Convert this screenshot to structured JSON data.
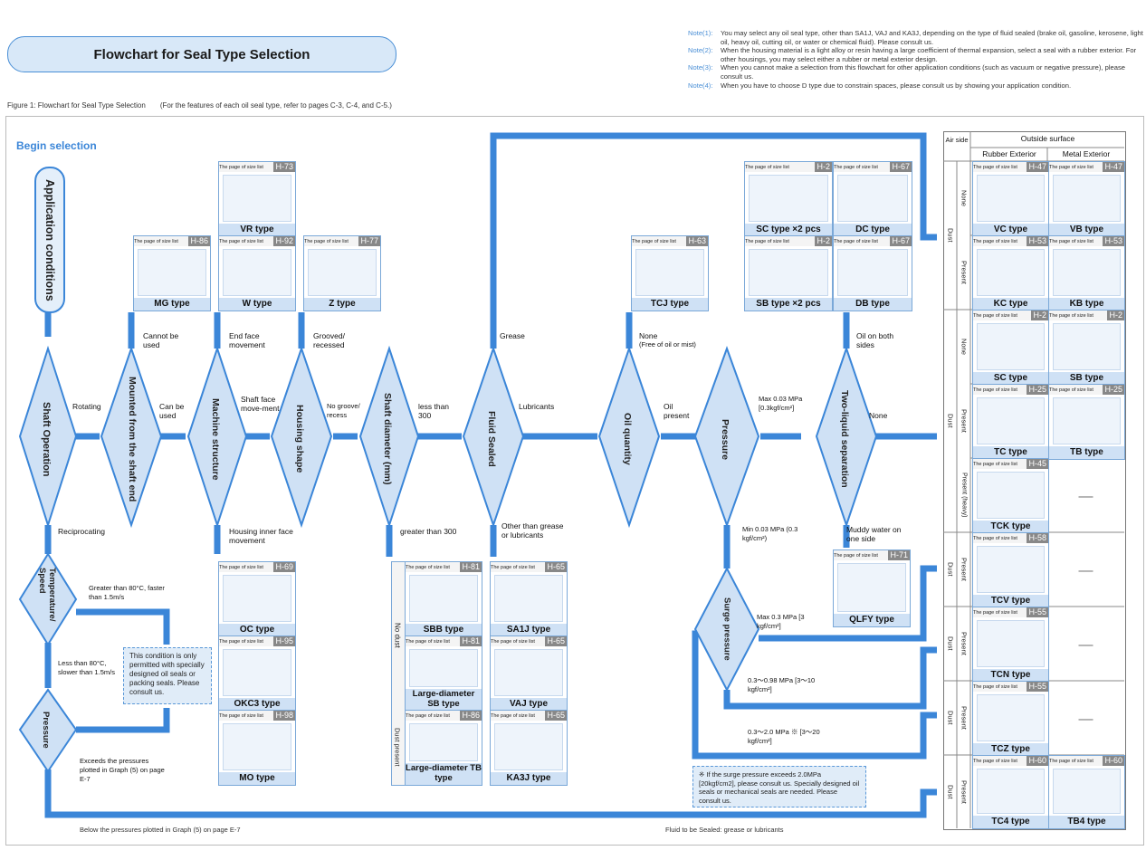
{
  "title": "Flowchart for Seal Type Selection",
  "notes": [
    {
      "label": "Note(1):",
      "text": "You may select any oil seal type, other than SA1J, VAJ and KA3J, depending on the type of fluid sealed (brake oil, gasoline, kerosene, light oil, heavy oil, cutting oil, or water or chemical fluid). Please consult us."
    },
    {
      "label": "Note(2):",
      "text": "When the housing material is a light alloy or resin having a large coefficient of thermal expansion, select a seal with a rubber exterior. For other housings, you may select either a rubber or metal exterior design."
    },
    {
      "label": "Note(3):",
      "text": "When you cannot make a selection from this flowchart for other application conditions (such as vacuum or negative pressure), please consult us."
    },
    {
      "label": "Note(4):",
      "text": "When you have to choose D type due to constrain spaces, please consult us by showing your application condition."
    }
  ],
  "figure_caption": "Figure 1: Flowchart for Seal Type Selection",
  "figure_hint": "(For the features of each oil seal type, refer to pages C-3, C-4, and C-5.)",
  "begin": "Begin selection",
  "start": "Application conditions",
  "page_label": "The page of size list",
  "decisions": {
    "shaft_operation": "Shaft Operation",
    "mounted": "Mounted from the shaft end",
    "machine": "Machine structure",
    "housing": "Housing shape",
    "diameter": "Shaft diameter (mm)",
    "fluid": "Fluid Sealed",
    "oil_qty": "Oil quantity",
    "pressure": "Pressure",
    "two_liquid": "Two-liquid separation",
    "temp": "Temperature/ Speed",
    "pressure2": "Pressure",
    "surge": "Surge pressure"
  },
  "edges": {
    "rotating": "Rotating",
    "reciprocating": "Reciprocating",
    "cannot": "Cannot be used",
    "can": "Can be used",
    "end_face": "End face movement",
    "shaft_face": "Shaft face move-ment",
    "inner_face": "Housing inner face movement",
    "grooved": "Grooved/ recessed",
    "no_groove": "No groove/ recess",
    "less300": "less than 300",
    "greater300": "greater than 300",
    "grease": "Grease",
    "lubricants": "Lubricants",
    "other": "Other than grease or lubricants",
    "none_oil": "None",
    "none_oil_sub": "(Free of oil or mist)",
    "oil_present": "Oil present",
    "max003": "Max 0.03 MPa [0.3kgf/cm²]",
    "min003": "Min 0.03 MPa (0.3 kgf/cm²)",
    "oil_both": "Oil on both sides",
    "none_two": "None",
    "muddy": "Muddy water on one side",
    "greater80": "Greater than 80°C, faster than 1.5m/s",
    "less80": "Less than 80°C, slower than 1.5m/s",
    "exceeds": "Exceeds the pressures plotted in Graph (5) on page E-7",
    "max03": "Max 0.3 MPa [3 kgf/cm²]",
    "range098": "0.3～0.98 MPa [3～10 kgf/cm²]",
    "range20": "0.3～2.0 MPa ※ [3～20 kgf/cm²]",
    "below": "Below the pressures plotted in Graph (5) on page E-7",
    "fluid_grease": "Fluid to be Sealed: grease or lubricants",
    "no_dust": "No dust",
    "dust_present": "Dust present"
  },
  "boxes": {
    "special": "This condition is only permitted with specially designed oil seals or packing seals. Please consult us.",
    "surge_note": "※ If the surge pressure exceeds 2.0MPa [20kgf/cm2], please consult us. Specially designed oil seals or mechanical seals are needed. Please consult us."
  },
  "cards": [
    {
      "id": "vr",
      "name": "VR type",
      "page": "H-73"
    },
    {
      "id": "mg",
      "name": "MG type",
      "page": "H-86"
    },
    {
      "id": "w",
      "name": "W type",
      "page": "H-92"
    },
    {
      "id": "z",
      "name": "Z type",
      "page": "H-77"
    },
    {
      "id": "tcj",
      "name": "TCJ type",
      "page": "H-63"
    },
    {
      "id": "sc2",
      "name": "SC type ×2 pcs",
      "page": "H-2"
    },
    {
      "id": "dc",
      "name": "DC type",
      "page": "H-67"
    },
    {
      "id": "sb2",
      "name": "SB type ×2 pcs",
      "page": "H-2"
    },
    {
      "id": "db",
      "name": "DB type",
      "page": "H-67"
    },
    {
      "id": "oc",
      "name": "OC type",
      "page": "H-69"
    },
    {
      "id": "okc3",
      "name": "OKC3 type",
      "page": "H-95"
    },
    {
      "id": "mo",
      "name": "MO type",
      "page": "H-98"
    },
    {
      "id": "sbb",
      "name": "SBB type",
      "page": "H-81"
    },
    {
      "id": "lsb",
      "name": "Large-diameter SB type",
      "page": "H-81"
    },
    {
      "id": "ltb",
      "name": "Large-diameter TB type",
      "page": "H-86"
    },
    {
      "id": "sa1j",
      "name": "SA1J type",
      "page": "H-65"
    },
    {
      "id": "vaj",
      "name": "VAJ type",
      "page": "H-65"
    },
    {
      "id": "ka3j",
      "name": "KA3J type",
      "page": "H-65"
    },
    {
      "id": "qlfy",
      "name": "QLFY type",
      "page": "H-71"
    }
  ],
  "table": {
    "air_side": "Air side",
    "outside_surface": "Outside surface",
    "rubber": "Rubber Exterior",
    "metal": "Metal Exterior",
    "dash": "—",
    "rows": [
      {
        "group": "Dust",
        "sub": "None",
        "left": "VC type",
        "lp": "H-47",
        "right": "VB type",
        "rp": "H-47"
      },
      {
        "group": "",
        "sub": "Present",
        "left": "KC type",
        "lp": "H-53",
        "right": "KB type",
        "rp": "H-53"
      },
      {
        "group": "Dust",
        "sub": "None",
        "left": "SC type",
        "lp": "H-2",
        "right": "SB type",
        "rp": "H-2"
      },
      {
        "group": "",
        "sub": "Present",
        "left": "TC type",
        "lp": "H-25",
        "right": "TB type",
        "rp": "H-25"
      },
      {
        "group": "",
        "sub": "Present (heavy)",
        "left": "TCK type",
        "lp": "H-45",
        "right": "",
        "rp": ""
      },
      {
        "group": "Dust",
        "sub": "Present",
        "left": "TCV type",
        "lp": "H-58",
        "right": "",
        "rp": ""
      },
      {
        "group": "Dust",
        "sub": "Present",
        "left": "TCN type",
        "lp": "H-55",
        "right": "",
        "rp": ""
      },
      {
        "group": "Dust",
        "sub": "Present",
        "left": "TCZ type",
        "lp": "H-55",
        "right": "",
        "rp": ""
      },
      {
        "group": "Dust",
        "sub": "Present",
        "left": "TC4 type",
        "lp": "H-60",
        "right": "TB4 type",
        "rp": "H-60"
      }
    ]
  }
}
